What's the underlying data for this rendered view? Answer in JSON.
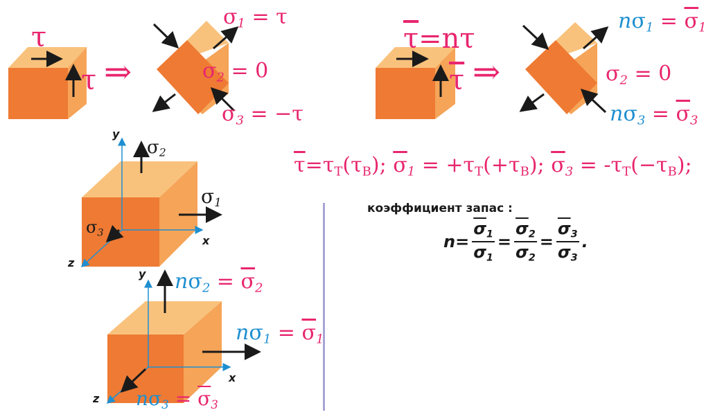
{
  "top_left": {
    "tau_top": "τ",
    "tau_side": "τ",
    "implies": "⇒",
    "sigma1_eq": "σ",
    "sigma1_sub": "1",
    "sigma1_rhs": " = τ",
    "sigma2_eq": "σ",
    "sigma2_sub": "2",
    "sigma2_rhs": " = 0",
    "sigma3_eq": "σ",
    "sigma3_sub": "3",
    "sigma3_rhs": " = −τ"
  },
  "top_right": {
    "tau_bar_lhs": "τ",
    "tau_bar_rhs": "=nτ",
    "tau_bar_side": "τ",
    "implies": "⇒",
    "n1": "n",
    "s1": "σ",
    "s1_sub": "1",
    "s1_eq": " = ",
    "s1_bar": "σ",
    "s1_bar_sub": "1",
    "s2": "σ",
    "s2_sub": "2",
    "s2_rhs": " = 0",
    "n3": "n",
    "s3": "σ",
    "s3_sub": "3",
    "s3_eq": " = ",
    "s3_bar": "σ",
    "s3_bar_sub": "3"
  },
  "formula_line": {
    "p1_bar": "τ",
    "p1": "=τ",
    "p1_sub": "T",
    "p1_b": "(τ",
    "p1_b_sub": "B",
    "p1_end": "); ",
    "p2_bar": "σ",
    "p2_bar_sub": "1",
    "p2": " = +τ",
    "p2_sub": "T",
    "p2_b": "(+τ",
    "p2_b_sub": "B",
    "p2_end": "); ",
    "p3_bar": "σ",
    "p3_bar_sub": "3",
    "p3": " = -τ",
    "p3_sub": "T",
    "p3_b": "(−τ",
    "p3_b_sub": "B",
    "p3_end": ");"
  },
  "safety": {
    "label": "коэффициент  запас :",
    "n": "n",
    "eq": "=",
    "f1_num": "σ",
    "f1_num_sub": "1",
    "f1_den": "σ",
    "f1_den_sub": "1",
    "f2_num": "σ",
    "f2_num_sub": "2",
    "f2_den": "σ",
    "f2_den_sub": "2",
    "f3_num": "σ",
    "f3_num_sub": "3",
    "f3_den": "σ",
    "f3_den_sub": "3",
    "end": "."
  },
  "cube_a": {
    "y": "y",
    "x": "x",
    "z": "z",
    "s2": "σ",
    "s2_sub": "2",
    "s1": "σ",
    "s1_sub": "1",
    "s3": "σ",
    "s3_sub": "3"
  },
  "cube_b": {
    "y": "y",
    "x": "x",
    "z": "z",
    "n2": "n",
    "s2": "σ",
    "s2_sub": "2",
    "s2_eq": " = ",
    "s2_bar": "σ",
    "s2_bar_sub": "2",
    "n1": "n",
    "s1": "σ",
    "s1_sub": "1",
    "s1_eq": " = ",
    "s1_bar": "σ",
    "s1_bar_sub": "1",
    "n3": "n",
    "s3": "σ",
    "s3_sub": "3",
    "s3_eq": " = ",
    "s3_bar": "σ",
    "s3_bar_sub": "3"
  },
  "colors": {
    "accent_pink": "#e8266e",
    "accent_blue": "#1e8fd0",
    "cube_front": "#ee7a34",
    "cube_top": "#f9c27c",
    "cube_side": "#f5a458",
    "divider": "#a8a3d6"
  }
}
